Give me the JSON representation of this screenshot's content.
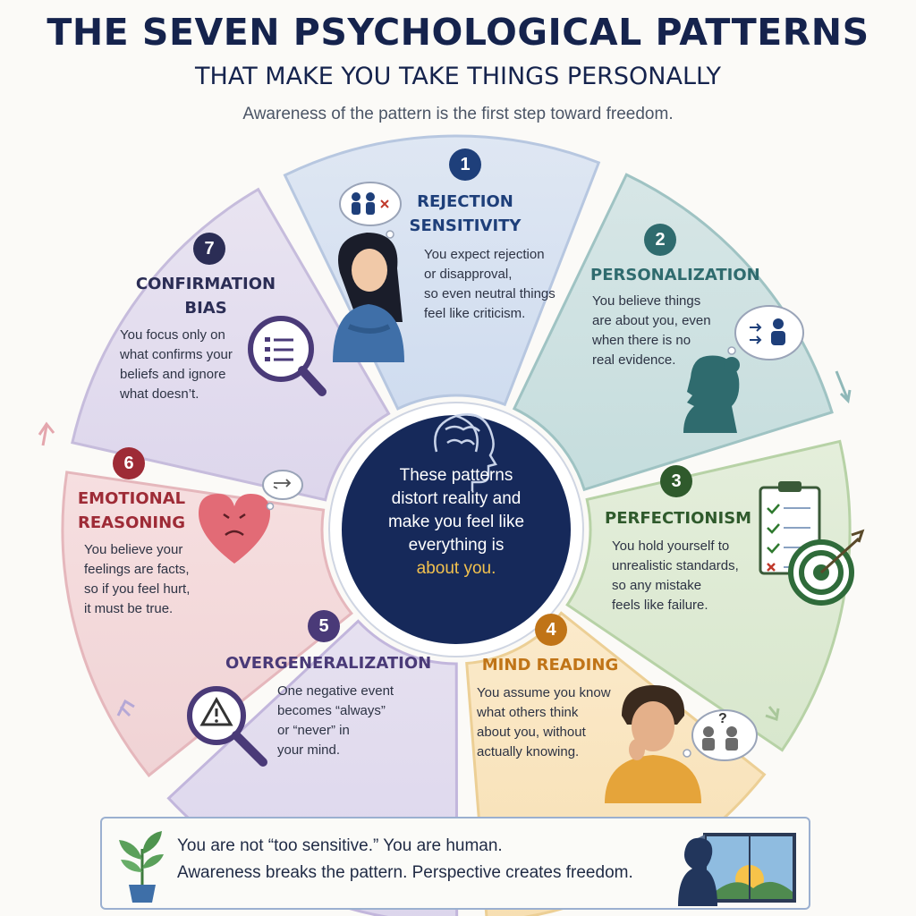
{
  "header": {
    "title": "THE SEVEN PSYCHOLOGICAL PATTERNS",
    "subtitle": "THAT MAKE YOU TAKE THINGS PERSONALLY",
    "tagline": "Awareness of the pattern is the first step toward freedom."
  },
  "center": {
    "line1": "These patterns",
    "line2": "distort reality and",
    "line3": "make you feel like",
    "line4": "everything is",
    "highlight": "about you."
  },
  "patterns": [
    {
      "number": "1",
      "title_lines": [
        "REJECTION",
        "SENSITIVITY"
      ],
      "desc_lines": [
        "You expect rejection",
        "or disapproval,",
        "so even neutral things",
        "feel like criticism."
      ],
      "color": "#1e3f7a",
      "icon": "rejected-woman-icon"
    },
    {
      "number": "2",
      "title_lines": [
        "PERSONALIZATION"
      ],
      "desc_lines": [
        "You believe things",
        "are about you, even",
        "when there is no",
        "real evidence."
      ],
      "color": "#2f6b6e",
      "icon": "thinking-silhouette-icon"
    },
    {
      "number": "3",
      "title_lines": [
        "PERFECTIONISM"
      ],
      "desc_lines": [
        "You hold yourself to",
        "unrealistic standards,",
        "so any mistake",
        "feels like failure."
      ],
      "color": "#2f5a2c",
      "icon": "checklist-target-icon"
    },
    {
      "number": "4",
      "title_lines": [
        "MIND READING"
      ],
      "desc_lines": [
        "You assume you know",
        "what others think",
        "about you, without",
        "actually knowing."
      ],
      "color": "#c07417",
      "icon": "pondering-man-icon"
    },
    {
      "number": "5",
      "title_lines": [
        "OVERGENERALIZATION"
      ],
      "desc_lines": [
        "One negative event",
        "becomes “always”",
        "or “never” in",
        "your mind."
      ],
      "color": "#4a3a78",
      "icon": "warning-magnifier-icon"
    },
    {
      "number": "6",
      "title_lines": [
        "EMOTIONAL",
        "REASONING"
      ],
      "desc_lines": [
        "You believe your",
        "feelings are facts,",
        "so if you feel hurt,",
        "it must be true."
      ],
      "color": "#9e2b36",
      "icon": "sad-heart-icon"
    },
    {
      "number": "7",
      "title_lines": [
        "CONFIRMATION",
        "BIAS"
      ],
      "desc_lines": [
        "You focus only on",
        "what confirms your",
        "beliefs and ignore",
        "what doesn’t."
      ],
      "color": "#2b2d55",
      "icon": "magnifier-list-icon"
    }
  ],
  "footer": {
    "line1": "You are not “too sensitive.” You are human.",
    "line2": "Awareness breaks the pattern. Perspective creates freedom."
  }
}
